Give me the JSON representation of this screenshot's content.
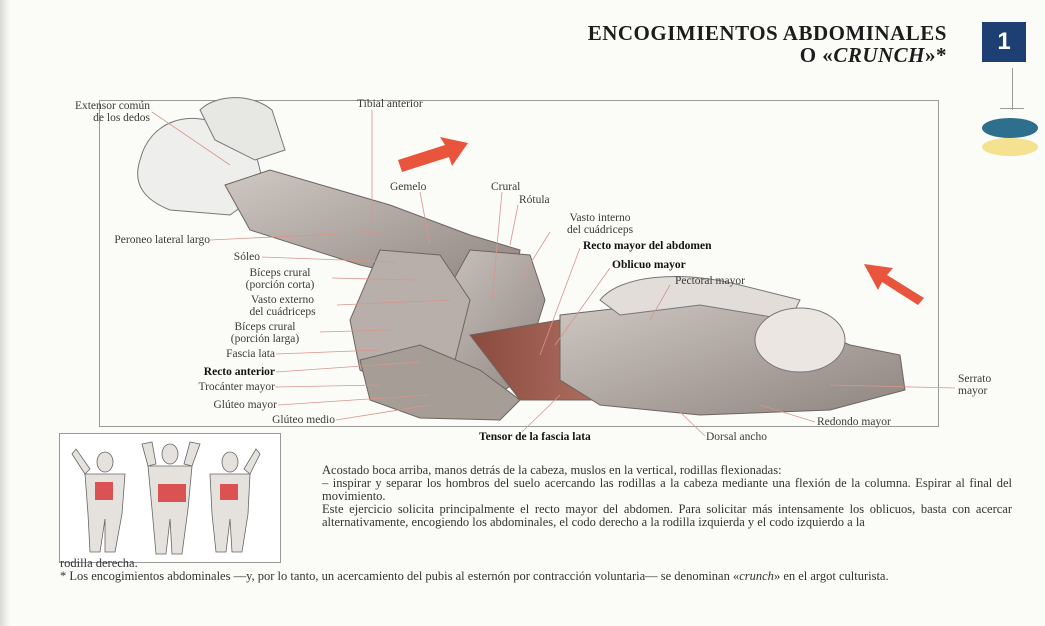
{
  "header": {
    "title_line1": "ENCOGIMIENTOS ABDOMINALES",
    "title_line2_prefix": "O «",
    "title_line2_italic": "CRUNCH",
    "title_line2_suffix": "»*",
    "page_number": "1"
  },
  "markers": {
    "blue_color": "#2d6f8c",
    "yellow_color": "#f4e291",
    "box_color": "#1e3f73"
  },
  "labels": {
    "extensor": "Extensor común\nde los dedos",
    "tibial": "Tibial anterior",
    "gemelo": "Gemelo",
    "crural": "Crural",
    "rotula": "Rótula",
    "vasto_interno": "Vasto interno\ndel cuádriceps",
    "recto_mayor": "Recto mayor del abdomen",
    "oblicuo": "Oblicuo mayor",
    "pectoral": "Pectoral mayor",
    "peroneo": "Peroneo lateral largo",
    "soleo": "Sóleo",
    "biceps_corta": "Bíceps crural\n(porción corta)",
    "vasto_externo": "Vasto externo\ndel cuádriceps",
    "biceps_larga": "Bíceps crural\n(porción larga)",
    "fascia": "Fascia lata",
    "recto_anterior": "Recto anterior",
    "trocanter": "Trocánter mayor",
    "gluteo_mayor": "Glúteo mayor",
    "gluteo_medio": "Glúteo medio",
    "tensor": "Tensor de la fascia lata",
    "dorsal": "Dorsal ancho",
    "redondo": "Redondo mayor",
    "serrato": "Serrato\nmayor"
  },
  "description": {
    "p1": "Acostado boca arriba, manos detrás de la cabeza, muslos en la vertical, rodillas flexionadas:",
    "p2": "– inspirar y separar los hombros del suelo acercando las rodillas a la cabeza mediante una flexión de la columna. Espirar al final del movimiento.",
    "p3": "Este ejercicio solicita principalmente el recto mayor del abdomen. Para solicitar más intensamente los oblicuos, basta con acercar alternativamente, encogiendo los abdominales, el codo derecho a la rodilla izquierda y el codo izquierdo a la",
    "tail": "rodilla derecha."
  },
  "footnote": {
    "prefix": "* Los encogimientos abdominales —y, por lo tanto, un acercamiento del pubis al esternón por contracción voluntaria— se denominan «",
    "italic": "crunch",
    "suffix": "» en el argot culturista."
  }
}
